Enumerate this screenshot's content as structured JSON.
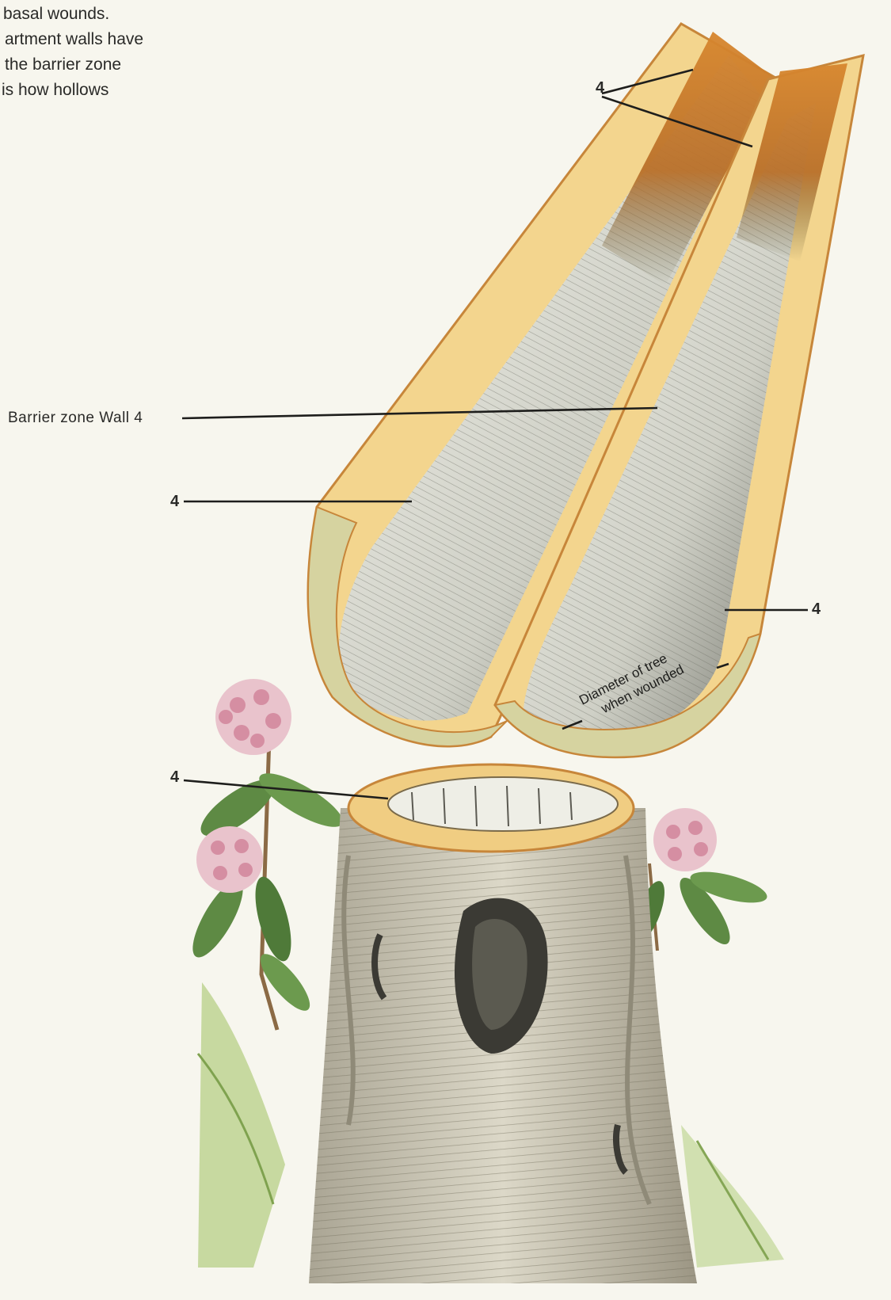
{
  "caption": {
    "lines": [
      "basal  wounds.",
      "artment walls have",
      "the barrier zone",
      "is  how hollows"
    ]
  },
  "labels": {
    "top": "4",
    "barrier_zone": "Barrier  zone  Wall 4",
    "left_wall": "4",
    "right_wall": "4",
    "stump": "4",
    "diameter_line1": "Diameter of tree",
    "diameter_line2": "when wounded"
  },
  "colors": {
    "background": "#f7f6ee",
    "wood_outer": "#f3d58e",
    "wood_rim": "#c7863a",
    "decay": "#cf7e2a",
    "hollow": "#e7e8e1",
    "cross_section": "#d6d3a0",
    "bark": "#c9c4b2",
    "leaf": "#5e8a44",
    "flower": "#e7b9c5"
  }
}
